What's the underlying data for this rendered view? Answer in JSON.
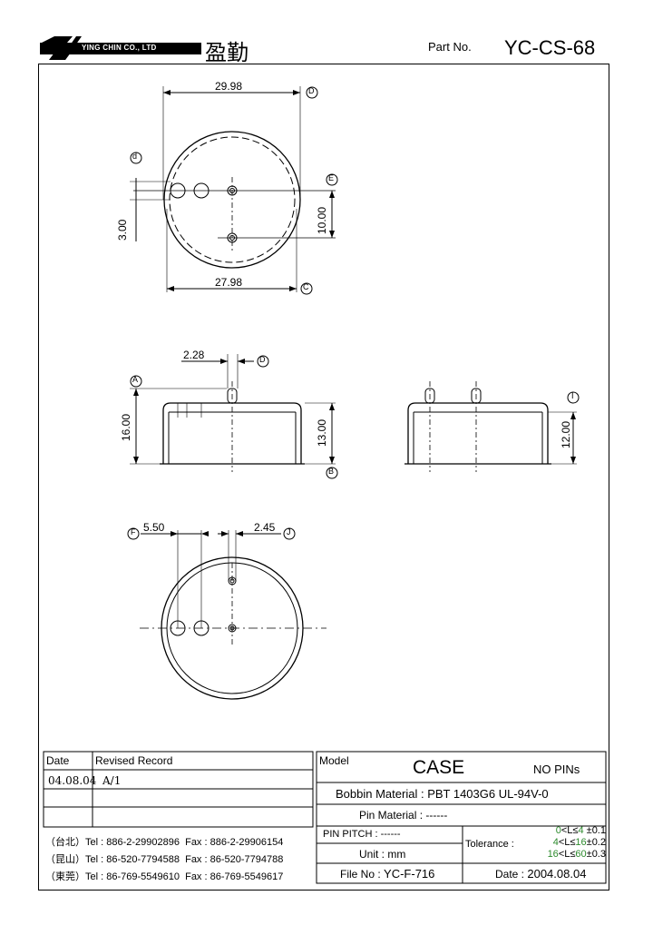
{
  "header": {
    "company": "YING CHIN CO., LTD",
    "company_cn": "盈勤",
    "part_no_label": "Part No.",
    "part_no": "YC-CS-68"
  },
  "dimensions": {
    "top_width": "29.98",
    "bottom_width": "27.98",
    "height_left": "3.00",
    "spacing_right": "10.00",
    "pin_offset": "2.28",
    "side_height": "16.00",
    "body_height": "13.00",
    "side2_height": "12.00",
    "bottom_a": "5.50",
    "bottom_b": "2.45"
  },
  "markers": {
    "d_lower": "d",
    "D": "D",
    "E": "E",
    "C": "C",
    "A": "A",
    "B": "B",
    "I": "I",
    "F": "F",
    "J": "J"
  },
  "revision": {
    "date_header": "Date",
    "record_header": "Revised  Record",
    "rows": [
      {
        "date": "04.08.04",
        "record": "A/1"
      },
      {
        "date": "",
        "record": ""
      },
      {
        "date": "",
        "record": ""
      }
    ]
  },
  "contacts": [
    {
      "place": "（台北）",
      "tel": "Tel : 886-2-29902896",
      "fax": "Fax : 886-2-29906154"
    },
    {
      "place": "（昆山）",
      "tel": "Tel : 86-520-7794588",
      "fax": "Fax : 86-520-7794788"
    },
    {
      "place": "（東莞）",
      "tel": "Tel : 86-769-5549610",
      "fax": "Fax : 86-769-5549617"
    }
  ],
  "info": {
    "model_label": "Model",
    "model": "CASE",
    "pins": "NO PINs",
    "bobbin_label": "Bobbin  Material :",
    "bobbin": "PBT 1403G6 UL-94V-0",
    "pin_material_label": "Pin  Material :",
    "pin_material": "------",
    "pin_pitch_label": "PIN  PITCH :",
    "pin_pitch": "------",
    "unit_label": "Unit :",
    "unit": "mm",
    "tolerance_label": "Tolerance :",
    "tolerances": [
      {
        "lo": "0",
        "hi": "4",
        "tol": "±0.1"
      },
      {
        "lo": "4",
        "hi": "16",
        "tol": "±0.2"
      },
      {
        "lo": "16",
        "hi": "60",
        "tol": "±0.3"
      }
    ],
    "file_label": "File  No :",
    "file_no": "YC-F-716",
    "date_label": "Date :",
    "date": "2004.08.04"
  }
}
